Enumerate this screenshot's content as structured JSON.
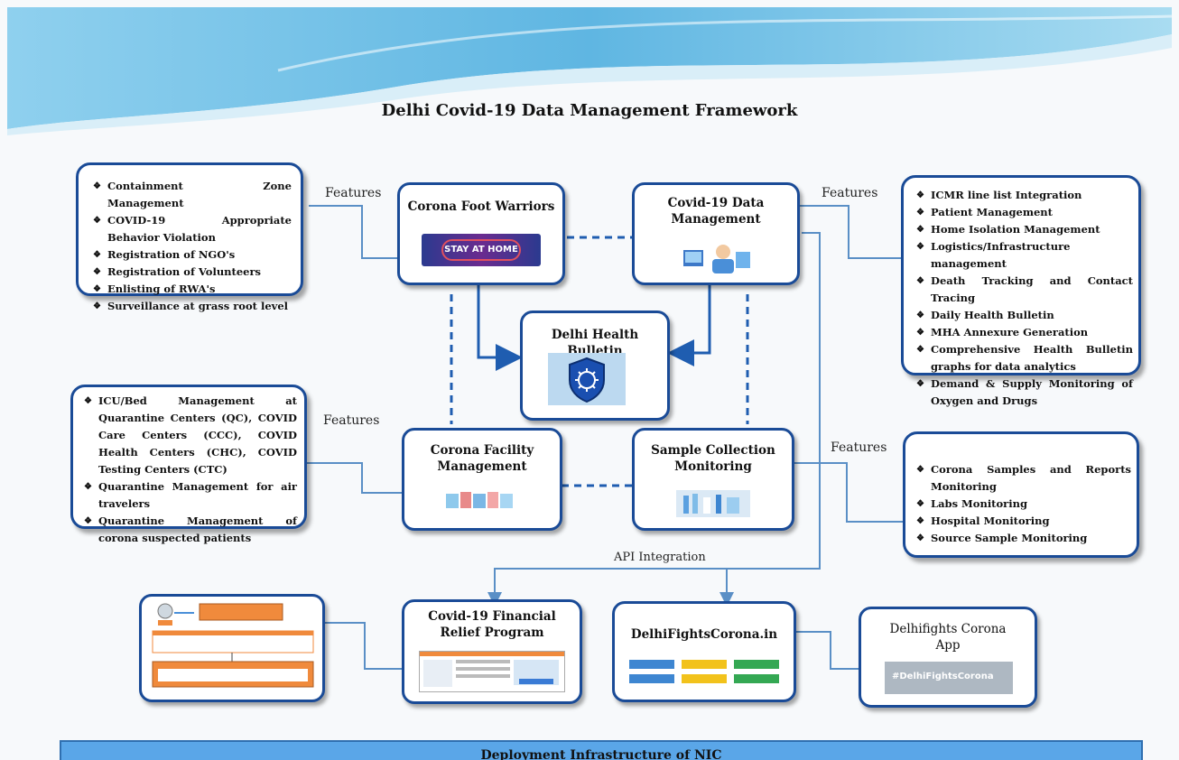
{
  "title": "Delhi Covid-19 Data Management Framework",
  "nodes": {
    "corona_foot_warriors": "Corona Foot Warriors",
    "covid_data_management": "Covid-19 Data Management",
    "delhi_health_bulletin": "Delhi Health Bulletin",
    "corona_facility_management": "Corona Facility Management",
    "sample_collection_monitoring": "Sample Collection Monitoring",
    "financial_relief": "Covid-19 Financial Relief Program",
    "delhifightscorona_in": "DelhiFightsCorona.in",
    "delhifights_app": "Delhifights Corona App"
  },
  "labels": {
    "features": "Features",
    "api_integration": "API Integration",
    "stay_at_home": "STAY AT HOME",
    "app_banner": "#DelhiFightsCorona"
  },
  "panels": {
    "foot_warriors_features": [
      "Containment Zone Management",
      "COVID-19 Appropriate Behavior Violation",
      "Registration of NGO's",
      "Registration of Volunteers",
      "Enlisting of RWA's",
      "Surveillance at grass root level"
    ],
    "data_management_features": [
      "ICMR line list Integration",
      "Patient Management",
      "Home Isolation Management",
      "Logistics/Infrastructure management",
      "Death Tracking and Contact Tracing",
      "Daily Health Bulletin",
      "MHA Annexure Generation",
      "Comprehensive Health Bulletin graphs for data analytics",
      "Demand & Supply Monitoring of Oxygen and Drugs"
    ],
    "facility_features": [
      "ICU/Bed Management at Quarantine Centers (QC), COVID Care Centers (CCC), COVID Health Centers (CHC), COVID Testing Centers (CTC)",
      "Quarantine Management for air travelers",
      "Quarantine Management of corona suspected patients"
    ],
    "sample_features": [
      "Corona Samples and Reports Monitoring",
      "Labs Monitoring",
      "Hospital Monitoring",
      "Source Sample Monitoring"
    ]
  },
  "footer": "Deployment Infrastructure of NIC",
  "colors": {
    "border": "#1a4b97",
    "arrow": "#1f5db0",
    "connector": "#5a8fc6",
    "footer_bg": "#5aa6e8"
  }
}
